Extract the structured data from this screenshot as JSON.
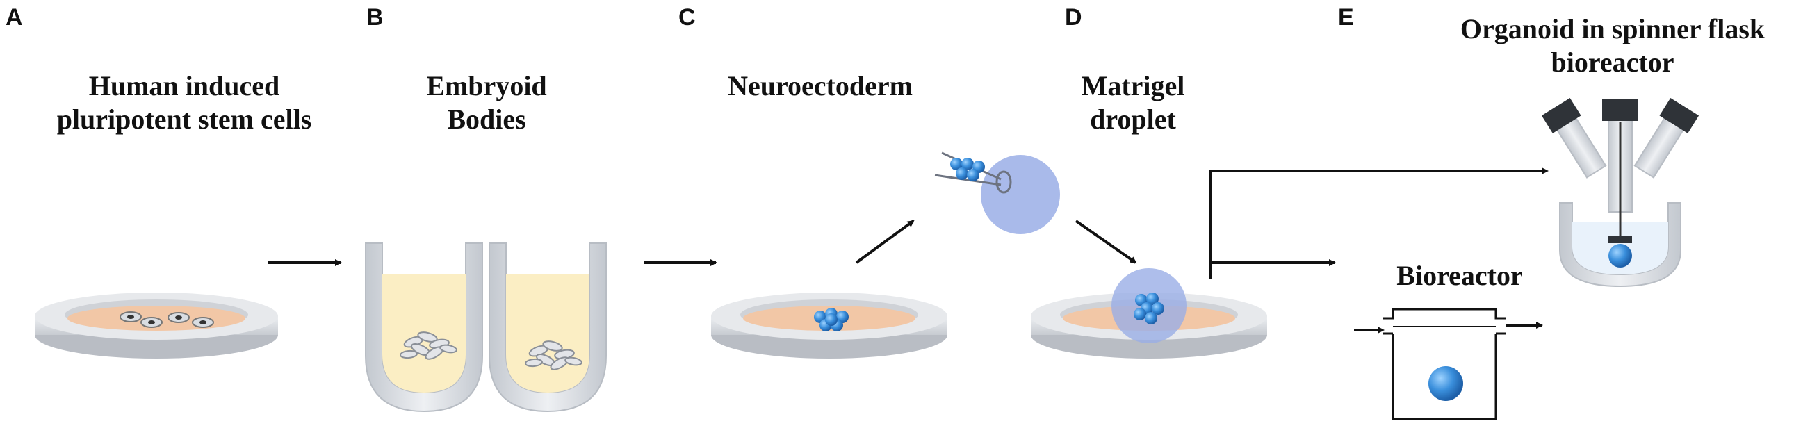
{
  "panels": [
    {
      "letter": "A",
      "caption_lines": [
        "Human induced",
        "pluripotent stem cells"
      ]
    },
    {
      "letter": "B",
      "caption_lines": [
        "Embryoid",
        "Bodies"
      ]
    },
    {
      "letter": "C",
      "caption_lines": [
        "Neuroectoderm"
      ]
    },
    {
      "letter": "D",
      "caption_lines": [
        "Matrigel",
        "droplet"
      ]
    },
    {
      "letter": "E",
      "caption_lines": [
        "Organoid in spinner flask",
        "bioreactor"
      ],
      "sub_label": "Bioreactor"
    }
  ],
  "colors": {
    "dish_rim": "#e4e6ea",
    "dish_shadow": "#c6c9cf",
    "medium": "#f2c7a6",
    "tube_wall": "#d5d9df",
    "tube_medium": "#fbeec4",
    "cell_blue": "#3a8fdc",
    "matrigel": "#9aaee6",
    "arrow": "#111111"
  },
  "icons": [
    "culture-dish-icon",
    "u-bottom-well-icon",
    "pipette-icon",
    "spinner-flask-icon",
    "bioreactor-chamber-icon"
  ]
}
